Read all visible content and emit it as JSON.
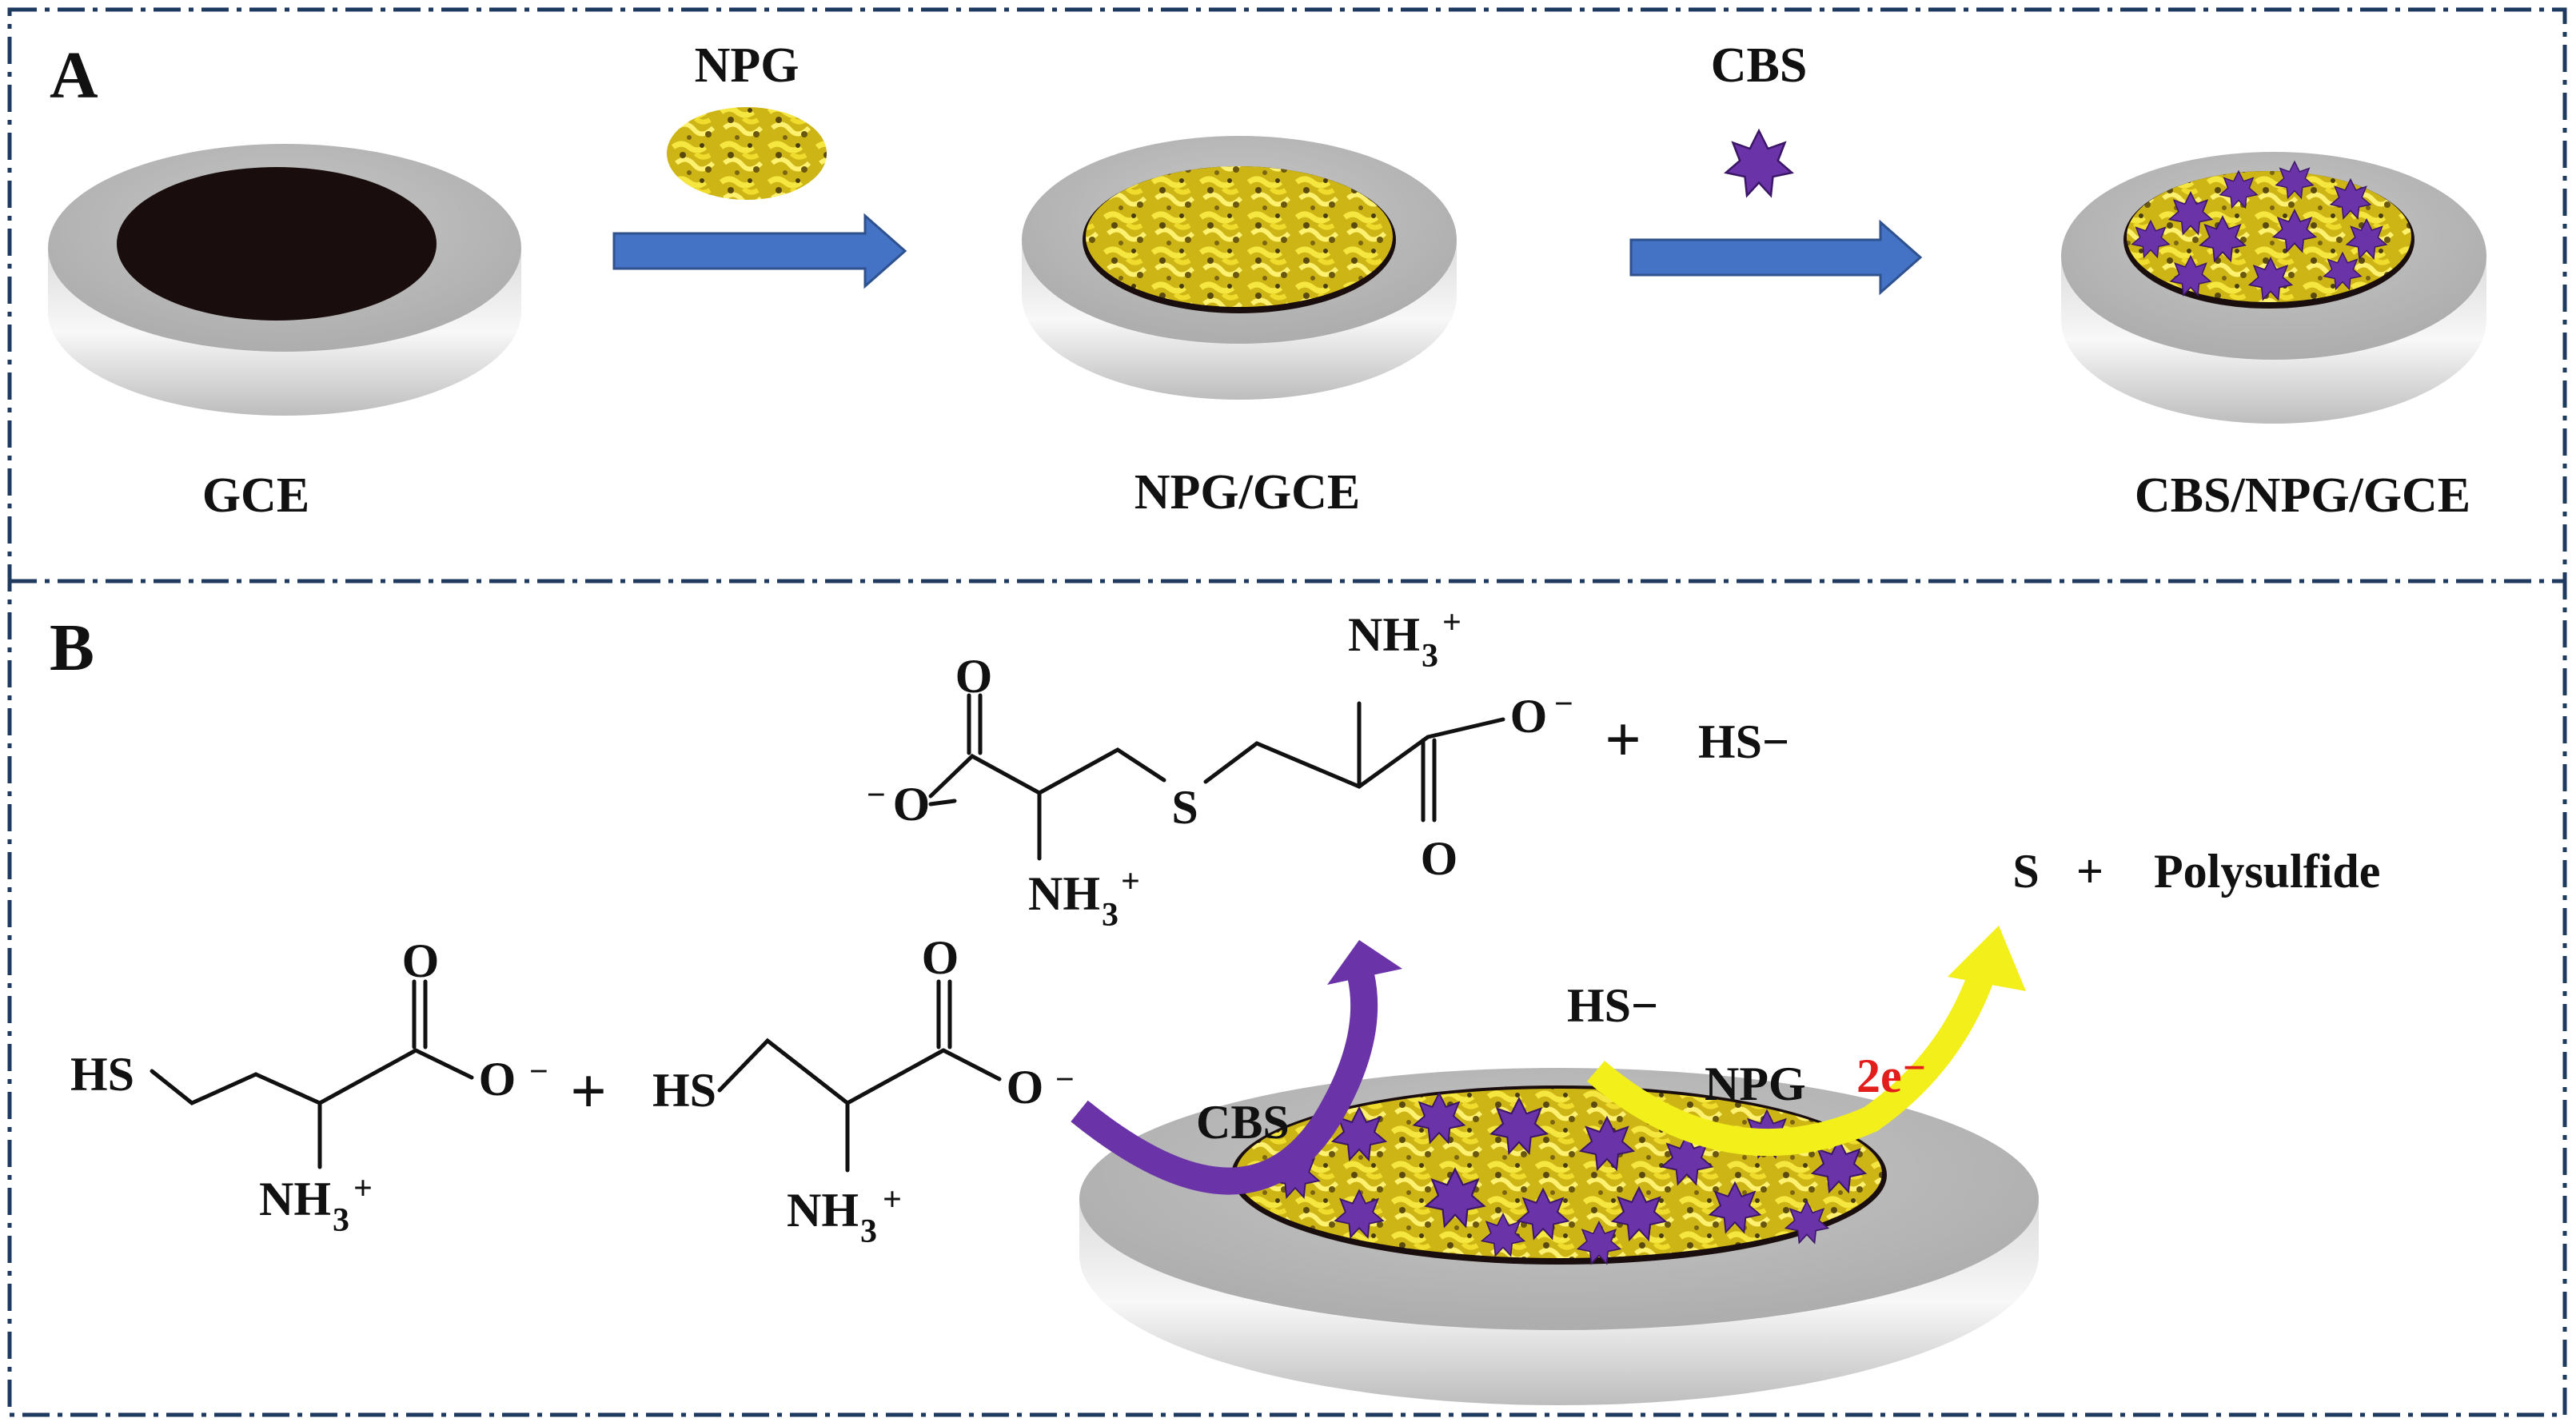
{
  "panel_a": {
    "letter": "A",
    "electrodes": [
      {
        "label": "GCE"
      },
      {
        "label": "NPG/GCE"
      },
      {
        "label": "CBS/NPG/GCE"
      }
    ],
    "step1_reagent": "NPG",
    "step2_reagent": "CBS"
  },
  "panel_b": {
    "letter": "B",
    "reactant1": {
      "hs": "HS",
      "o_top": "O",
      "o_minus": "O",
      "minus": "−",
      "nh": "NH",
      "sub3": "3",
      "plus_charge": "+"
    },
    "plus_between_reactants": "+",
    "reactant2": {
      "hs": "HS",
      "o_top": "O",
      "o_minus": "O",
      "minus": "−",
      "nh": "NH",
      "sub3": "3",
      "plus_charge": "+"
    },
    "product": {
      "o_top_left": "O",
      "o_minus_left": "O",
      "minus_left": "−",
      "s": "S",
      "nh_bottom": "NH",
      "sub3_bottom": "3",
      "plus_bottom": "+",
      "nh_top": "NH",
      "sub3_top": "3",
      "plus_top": "+",
      "o_minus_right": "O",
      "minus_right": "−",
      "o_bottom_right": "O"
    },
    "plus_hs": "+",
    "hs_ion": "HS−",
    "s_product": "S",
    "s_plus": "+",
    "polysulfide": "Polysulfide",
    "hs_input": "HS−",
    "electrons": "2e⁻",
    "label_cbs": "CBS",
    "label_npg": "NPG"
  },
  "colors": {
    "frame": "#1f3a5f",
    "arrow_blue": "#4472c4",
    "cbs_purple": "#6a34a8",
    "npg_gold": "#d8c21c",
    "electron_red": "#e31c1c",
    "yellow_arrow": "#f2ef1a"
  }
}
